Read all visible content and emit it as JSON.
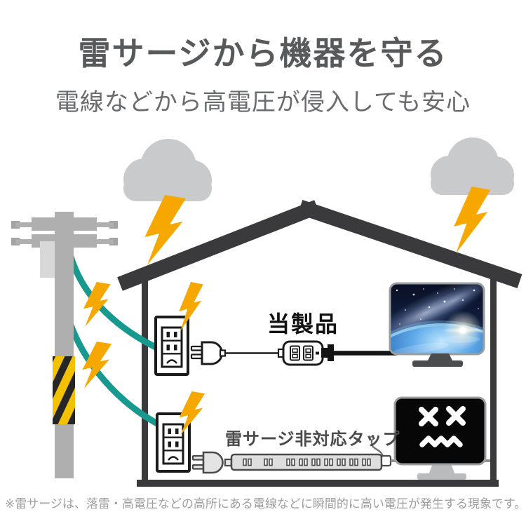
{
  "header": {
    "title": "雷サージから機器を守る",
    "subtitle": "電線などから高電圧が侵入しても安心"
  },
  "diagram": {
    "product_label": "当製品",
    "non_surge_tap_label": "雷サージ非対応タップ",
    "icons": [
      "storm-cloud-icon",
      "lightning-bolt-icon",
      "utility-pole-icon",
      "power-line-icon",
      "house-outline-icon",
      "wall-outlet-icon",
      "power-plug-icon",
      "surge-protector-tap-icon",
      "protected-monitor-icon",
      "damaged-monitor-icon",
      "non-surge-power-strip-icon"
    ]
  },
  "footer": {
    "note": "※雷サージは、落雷・高電圧などの高所にある電線などに瞬間的に高い電圧が発生する現象です。"
  },
  "colors": {
    "background": "#FFFFFF",
    "title_text": "#58595B",
    "subtitle_text": "#6A6B6D",
    "label_text": "#111111",
    "tap_label_text": "#4A4A4A",
    "footer_text": "#9E9E9E",
    "lightning": "#F6A800",
    "cloud": "#C9CACC",
    "wire": "#18998F",
    "structure": "#3A3A3C",
    "outline": "#1B1B1B",
    "pole": "#AFAFAF",
    "pole_light": "#D8D8D8",
    "hazard_yellow": "#F2C100",
    "hazard_black": "#262626",
    "strip_gray": "#DEDEDE",
    "stand_dark": "#4A4C4E",
    "stand_light": "#B9BBBC",
    "screen_border": "#9B9D9F"
  }
}
